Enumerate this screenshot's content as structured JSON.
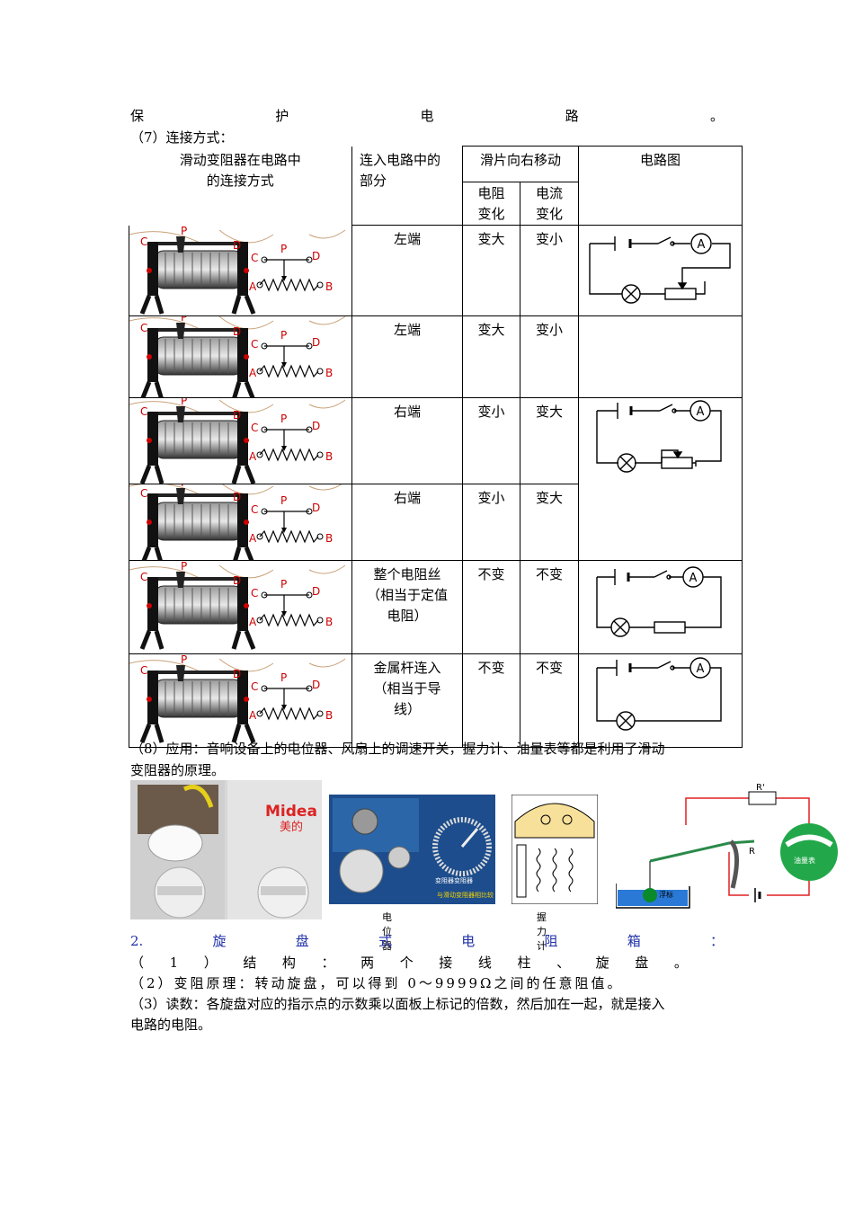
{
  "header_line": [
    "保",
    "护",
    "电",
    "路",
    "。"
  ],
  "section7_title": "（7）连接方式：",
  "table": {
    "col1_header": [
      "滑动变阻器在电路中",
      "的连接方式"
    ],
    "col2_header": [
      "连入电路中的",
      "部分"
    ],
    "col3_header": "滑片向右移动",
    "col3a_header": [
      "电阻",
      "变化"
    ],
    "col3b_header": [
      "电流",
      "变化"
    ],
    "col4_header": "电路图",
    "rows": [
      {
        "part": [
          "左端"
        ],
        "resistance": "变大",
        "current": "变小"
      },
      {
        "part": [
          "左端"
        ],
        "resistance": "变大",
        "current": "变小"
      },
      {
        "part": [
          "右端"
        ],
        "resistance": "变小",
        "current": "变大"
      },
      {
        "part": [
          "右端"
        ],
        "resistance": "变小",
        "current": "变大"
      },
      {
        "part": [
          "整个电阻丝",
          "（相当于定值",
          "电阻）"
        ],
        "resistance": "不变",
        "current": "不变"
      },
      {
        "part": [
          "金属杆连入",
          "（相当于导",
          "线）"
        ],
        "resistance": "不变",
        "current": "不变"
      }
    ],
    "labels": {
      "C": "C",
      "D": "D",
      "P": "P",
      "A": "A",
      "B": "B",
      "ammeter": "A"
    }
  },
  "section8": [
    "（8）应用：音响设备上的电位器、风扇上的调速开关，握力计、油量表等都是利用了滑动",
    "变阻器的原理。"
  ],
  "photos": {
    "brand": "Midea",
    "brand_cn": "美的",
    "potentiometer_caption": "电位器",
    "grip_caption": "握力计",
    "oil_gauge_label": "油量表",
    "float_label": "浮标",
    "r_prime": "R'",
    "r_label": "R",
    "slide_text1": "变阻器变阻器",
    "slide_text2": "与滑动变阻器相比较"
  },
  "section2": {
    "title": [
      "2.",
      "旋",
      "盘",
      "式",
      "电",
      "阻",
      "箱",
      "："
    ],
    "line1": [
      "（",
      "1",
      "）",
      "结",
      "构",
      "：",
      "两",
      "个",
      "接",
      "线",
      "柱",
      "、",
      "旋",
      "盘",
      "。"
    ],
    "line2": "（2）变阻原理：转动旋盘，可以得到 0～9999Ω之间的任意阻值。",
    "line3": "（3）读数：各旋盘对应的指示点的示数乘以面板上标记的倍数，然后加在一起，就是接入",
    "line4": "电路的电阻。"
  }
}
